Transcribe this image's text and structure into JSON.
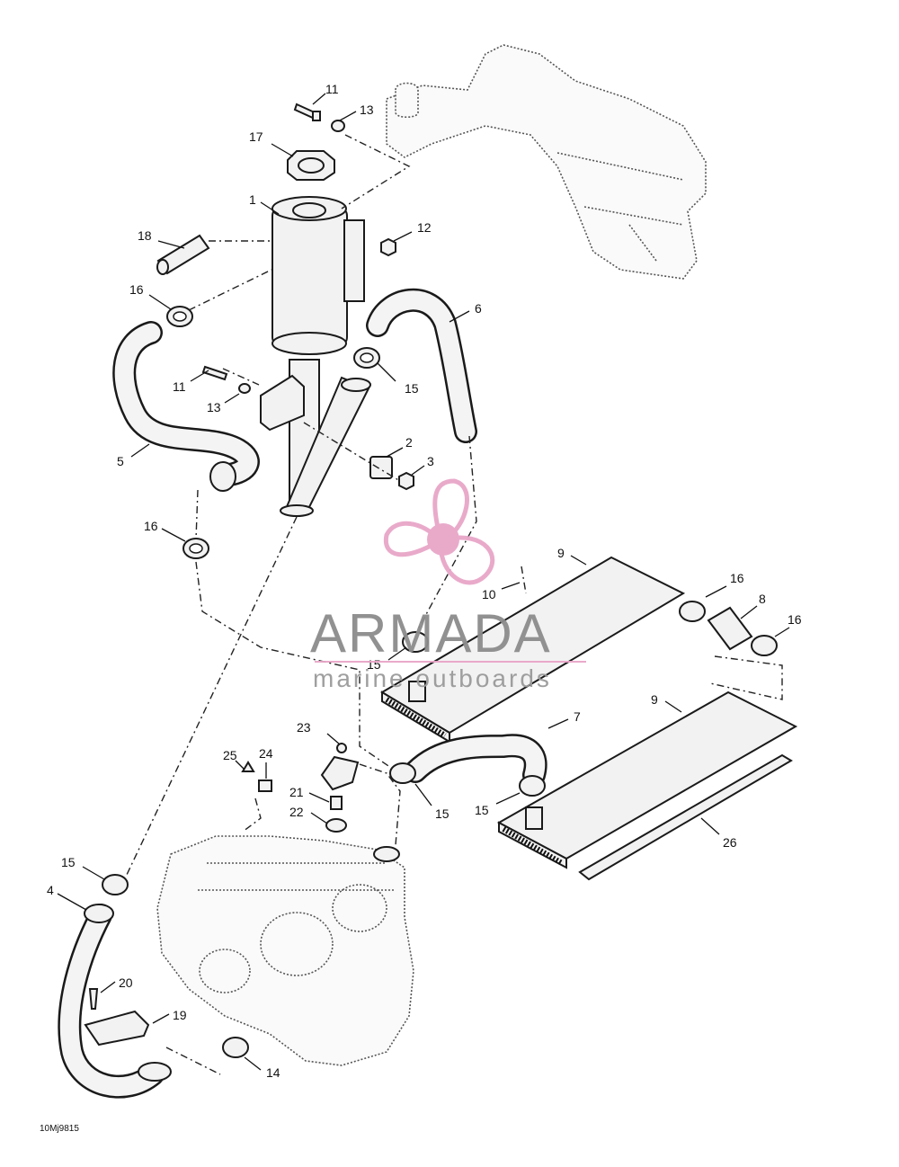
{
  "diagram": {
    "callouts": [
      {
        "id": "c11a",
        "label": "11"
      },
      {
        "id": "c13a",
        "label": "13"
      },
      {
        "id": "c17",
        "label": "17"
      },
      {
        "id": "c1",
        "label": "1"
      },
      {
        "id": "c12",
        "label": "12"
      },
      {
        "id": "c18",
        "label": "18"
      },
      {
        "id": "c16a",
        "label": "16"
      },
      {
        "id": "c6",
        "label": "6"
      },
      {
        "id": "c15a",
        "label": "15"
      },
      {
        "id": "c11b",
        "label": "11"
      },
      {
        "id": "c13b",
        "label": "13"
      },
      {
        "id": "c2",
        "label": "2"
      },
      {
        "id": "c3",
        "label": "3"
      },
      {
        "id": "c5",
        "label": "5"
      },
      {
        "id": "c16b",
        "label": "16"
      },
      {
        "id": "c9a",
        "label": "9"
      },
      {
        "id": "c10",
        "label": "10"
      },
      {
        "id": "c16c",
        "label": "16"
      },
      {
        "id": "c8",
        "label": "8"
      },
      {
        "id": "c16d",
        "label": "16"
      },
      {
        "id": "c15b",
        "label": "15"
      },
      {
        "id": "c9b",
        "label": "9"
      },
      {
        "id": "c23",
        "label": "23"
      },
      {
        "id": "c7",
        "label": "7"
      },
      {
        "id": "c25",
        "label": "25"
      },
      {
        "id": "c24",
        "label": "24"
      },
      {
        "id": "c21",
        "label": "21"
      },
      {
        "id": "c22",
        "label": "22"
      },
      {
        "id": "c15c",
        "label": "15"
      },
      {
        "id": "c15d",
        "label": "15"
      },
      {
        "id": "c26",
        "label": "26"
      },
      {
        "id": "c15e",
        "label": "15"
      },
      {
        "id": "c4",
        "label": "4"
      },
      {
        "id": "c20",
        "label": "20"
      },
      {
        "id": "c19",
        "label": "19"
      },
      {
        "id": "c14",
        "label": "14"
      }
    ],
    "figure_code": "10Mj9815"
  },
  "watermark": {
    "title": "ARMADA",
    "subtitle": "marine outboards",
    "color": "#e8a6c8"
  }
}
